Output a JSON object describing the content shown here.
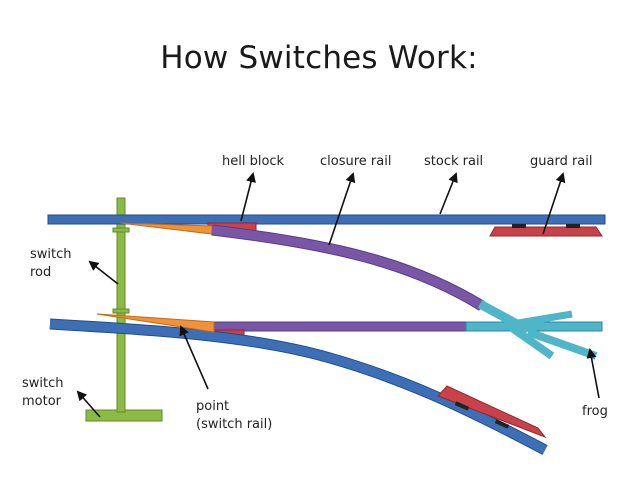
{
  "title": "How Switches Work:",
  "labels": {
    "heel_block": "hell block",
    "closure_rail": "closure rail",
    "stock_rail": "stock rail",
    "guard_rail": "guard rail",
    "switch_rod_line1": "switch",
    "switch_rod_line2": "rod",
    "switch_motor_line1": "switch",
    "switch_motor_line2": "motor",
    "point_line1": "point",
    "point_line2": "(switch rail)",
    "frog": "frog"
  },
  "colors": {
    "stock_rail": "#3d6fb6",
    "closure_rail": "#7a56a6",
    "switch_point": "#f0923a",
    "frog": "#4fb6c9",
    "guard_rail": "#c9424a",
    "switch_motor": "#8cba45",
    "heel_block": "#c9424a"
  }
}
